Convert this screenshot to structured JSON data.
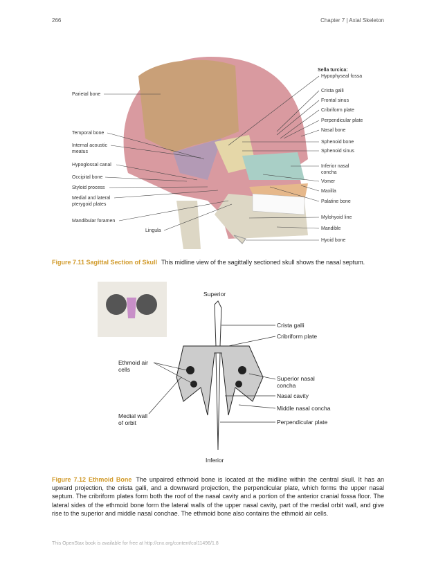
{
  "header": {
    "page_number": "266",
    "chapter": "Chapter 7 | Axial Skeleton"
  },
  "figure_7_11": {
    "labels_left": [
      "Parietal bone",
      "Temporal bone",
      "Internal acoustic meatus",
      "Hypoglossal canal",
      "Occipital bone",
      "Styloid process",
      "Medial and lateral pterygoid plates",
      "Mandibular foramen",
      "Lingula"
    ],
    "sella_heading": "Sella turcica:",
    "labels_right": [
      "Hypophyseal fossa",
      "Crista galli",
      "Frontal sinus",
      "Cribriform plate",
      "Perpendicular plate",
      "Nasal bone",
      "Sphenoid bone",
      "Sphenoid sinus",
      "Inferior nasal concha",
      "Vomer",
      "Maxilla",
      "Palatine bone",
      "Mylohyoid line",
      "Mandible",
      "Hyoid bone"
    ],
    "caption_title": "Figure 7.11 Sagittal Section of Skull",
    "caption_text": "This midline view of the sagittally sectioned skull shows the nasal septum."
  },
  "figure_7_12": {
    "superior": "Superior",
    "inferior": "Inferior",
    "labels_left": [
      "Ethmoid air cells",
      "Medial wall of orbit"
    ],
    "labels_right": [
      "Crista galli",
      "Cribriform plate",
      "Superior nasal concha",
      "Nasal cavity",
      "Middle nasal concha",
      "Perpendicular plate"
    ],
    "caption_title": "Figure 7.12 Ethmoid Bone",
    "caption_text": "The unpaired ethmoid bone is located at the midline within the central skull. It has an upward projection, the crista galli, and a downward projection, the perpendicular plate, which forms the upper nasal septum. The cribriform plates form both the roof of the nasal cavity and a portion of the anterior cranial fossa floor. The lateral sides of the ethmoid bone form the lateral walls of the upper nasal cavity, part of the medial orbit wall, and give rise to the superior and middle nasal conchae. The ethmoid bone also contains the ethmoid air cells."
  },
  "footer": "This OpenStax book is available for free at http://cnx.org/content/col11496/1.8"
}
